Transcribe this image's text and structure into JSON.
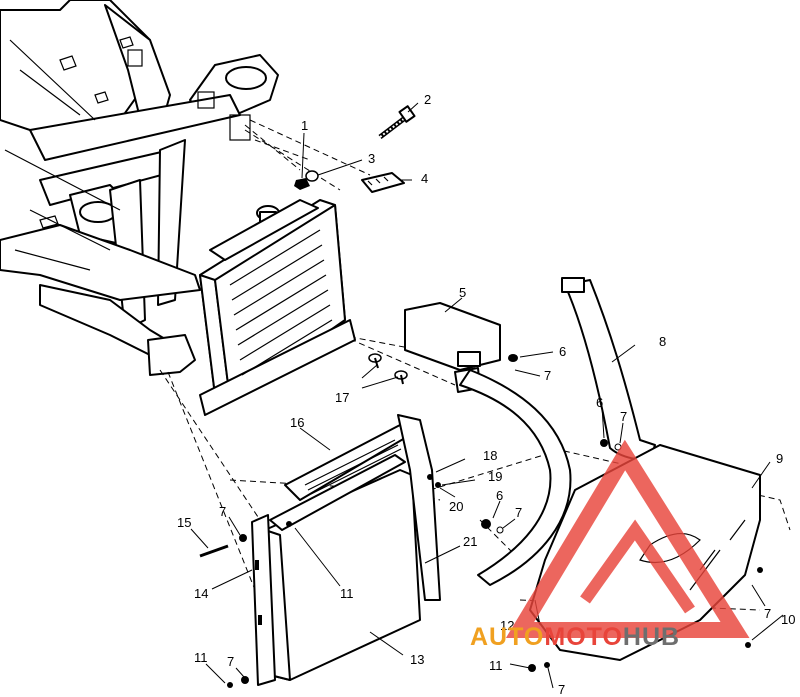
{
  "callouts": {
    "c1": "1",
    "c2": "2",
    "c3": "3",
    "c4": "4",
    "c5": "5",
    "c6a": "6",
    "c6b": "6",
    "c6c": "6",
    "c7a": "7",
    "c7b": "7",
    "c7c": "7",
    "c7d": "7",
    "c7e": "7",
    "c7f": "7",
    "c7g": "7",
    "c8": "8",
    "c9": "9",
    "c10": "10",
    "c11a": "11",
    "c11b": "11",
    "c11c": "11",
    "c12": "12",
    "c13": "13",
    "c14": "14",
    "c15": "15",
    "c16": "16",
    "c17": "17",
    "c18": "18",
    "c19": "19",
    "c20": "20",
    "c21": "21"
  },
  "watermark": {
    "part1": "AUTO",
    "part2": "MOTO",
    "part3": "HUB",
    "color_orange": "#f0a020",
    "color_red": "#e8443a",
    "color_gray": "#6e6e6e"
  }
}
